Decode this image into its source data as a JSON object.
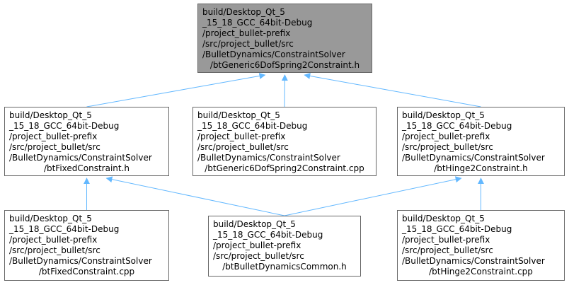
{
  "colors": {
    "edge": "#63b8ff",
    "node_border": "#666666",
    "root_fill": "#999999",
    "node_fill": "#ffffff"
  },
  "nodes": [
    {
      "id": "root",
      "lines": [
        "build/Desktop_Qt_5",
        "_15_18_GCC_64bit-Debug",
        "/project_bullet-prefix",
        "/src/project_bullet/src",
        "/BulletDynamics/ConstraintSolver",
        "/btGeneric6DofSpring2Constraint.h"
      ]
    },
    {
      "id": "fixed_h",
      "lines": [
        "build/Desktop_Qt_5",
        "_15_18_GCC_64bit-Debug",
        "/project_bullet-prefix",
        "/src/project_bullet/src",
        "/BulletDynamics/ConstraintSolver",
        "/btFixedConstraint.h"
      ]
    },
    {
      "id": "generic_cpp",
      "lines": [
        "build/Desktop_Qt_5",
        "_15_18_GCC_64bit-Debug",
        "/project_bullet-prefix",
        "/src/project_bullet/src",
        "/BulletDynamics/ConstraintSolver",
        "/btGeneric6DofSpring2Constraint.cpp"
      ]
    },
    {
      "id": "hinge2_h",
      "lines": [
        "build/Desktop_Qt_5",
        "_15_18_GCC_64bit-Debug",
        "/project_bullet-prefix",
        "/src/project_bullet/src",
        "/BulletDynamics/ConstraintSolver",
        "/btHinge2Constraint.h"
      ]
    },
    {
      "id": "fixed_cpp",
      "lines": [
        "build/Desktop_Qt_5",
        "_15_18_GCC_64bit-Debug",
        "/project_bullet-prefix",
        "/src/project_bullet/src",
        "/BulletDynamics/ConstraintSolver",
        "/btFixedConstraint.cpp"
      ]
    },
    {
      "id": "common_h",
      "lines": [
        "build/Desktop_Qt_5",
        "_15_18_GCC_64bit-Debug",
        "/project_bullet-prefix",
        "/src/project_bullet/src",
        "/btBulletDynamicsCommon.h"
      ]
    },
    {
      "id": "hinge2_cpp",
      "lines": [
        "build/Desktop_Qt_5",
        "_15_18_GCC_64bit-Debug",
        "/project_bullet-prefix",
        "/src/project_bullet/src",
        "/BulletDynamics/ConstraintSolver",
        "/btHinge2Constraint.cpp"
      ]
    }
  ],
  "edges": [
    {
      "from": "root",
      "to": "fixed_h"
    },
    {
      "from": "root",
      "to": "generic_cpp"
    },
    {
      "from": "root",
      "to": "hinge2_h"
    },
    {
      "from": "fixed_h",
      "to": "fixed_cpp"
    },
    {
      "from": "fixed_h",
      "to": "common_h"
    },
    {
      "from": "hinge2_h",
      "to": "common_h"
    },
    {
      "from": "hinge2_h",
      "to": "hinge2_cpp"
    }
  ]
}
